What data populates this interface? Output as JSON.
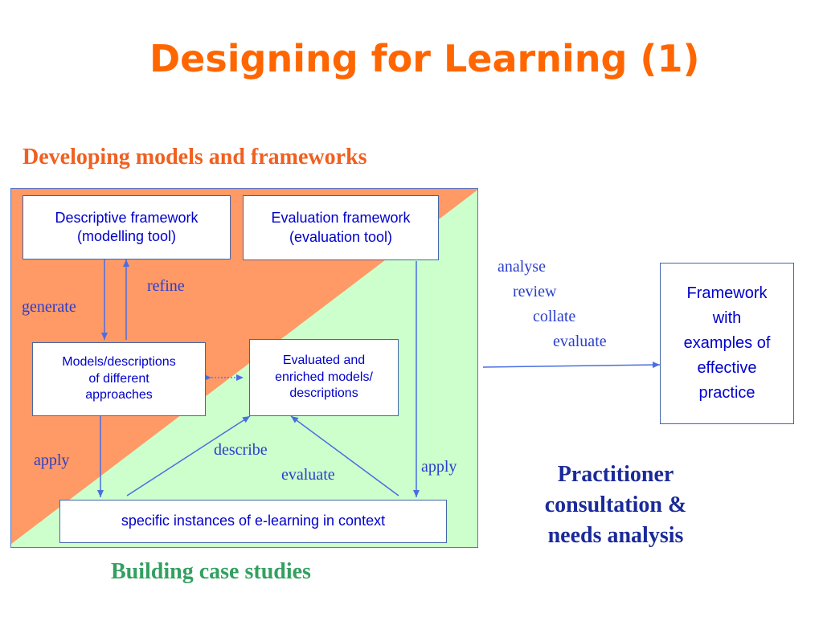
{
  "title": "Designing for Learning (1)",
  "subtitle": "Developing models and frameworks",
  "colors": {
    "title": "#ff6600",
    "orange_region": "#ff9966",
    "green_region": "#ccffcc",
    "box_text": "#0000cc",
    "arrow": "#4a6ee0",
    "case_studies": "#33a060",
    "practitioner": "#1a2a99"
  },
  "boxes": {
    "descriptive": {
      "line1": "Descriptive framework",
      "line2": "(modelling tool)"
    },
    "evaluation": {
      "line1": "Evaluation framework",
      "line2": "(evaluation tool)"
    },
    "models": {
      "line1": "Models/descriptions",
      "line2": "of different",
      "line3": "approaches"
    },
    "evaluated": {
      "line1": "Evaluated and",
      "line2": "enriched models/",
      "line3": "descriptions"
    },
    "instances": {
      "label": "specific instances of e-learning in context"
    },
    "framework": {
      "line1": "Framework",
      "line2": "with",
      "line3": "examples of",
      "line4": "effective",
      "line5": "practice"
    }
  },
  "labels": {
    "refine": "refine",
    "generate": "generate",
    "apply_left": "apply",
    "apply_right": "apply",
    "describe": "describe",
    "evaluate_inner": "evaluate",
    "analyse": "analyse",
    "review": "review",
    "collate": "collate",
    "evaluate_outer": "evaluate"
  },
  "bottom_caption": "Building case studies",
  "practitioner": {
    "line1": "Practitioner",
    "line2": "consultation &",
    "line3": "needs analysis"
  }
}
